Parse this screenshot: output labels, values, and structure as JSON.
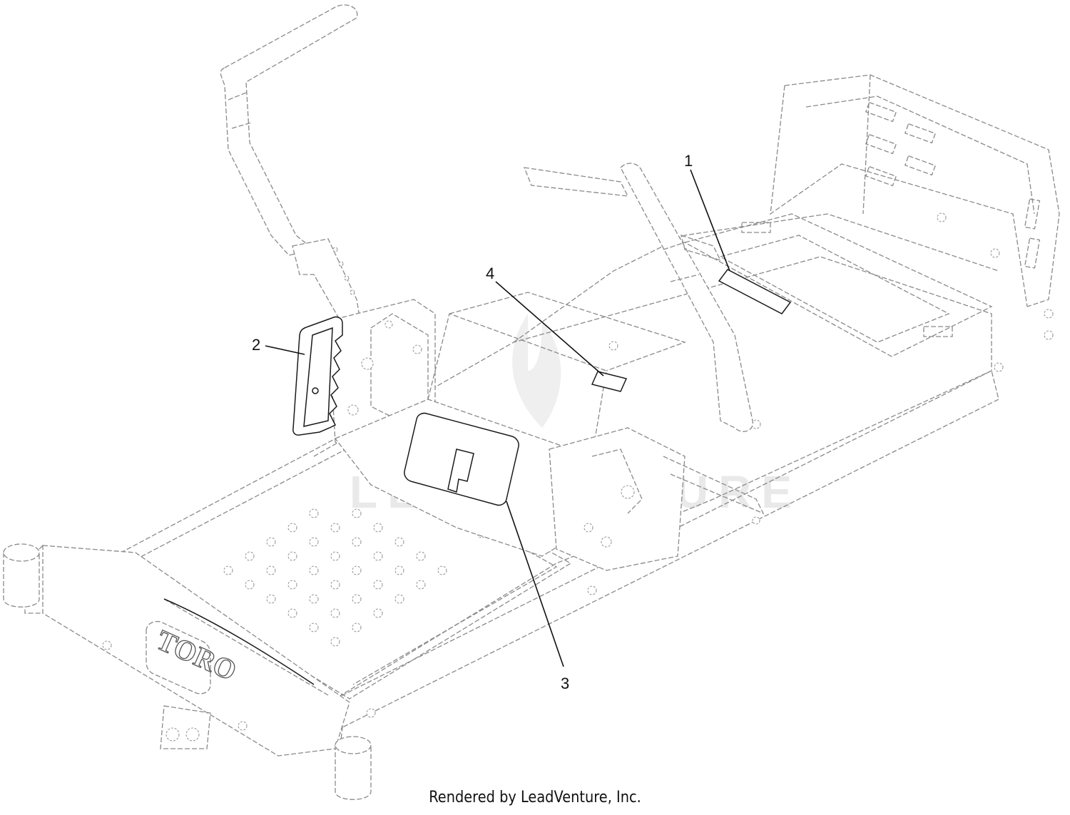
{
  "callouts": [
    {
      "id": "1",
      "label": "1"
    },
    {
      "id": "2",
      "label": "2"
    },
    {
      "id": "3",
      "label": "3"
    },
    {
      "id": "4",
      "label": "4"
    }
  ],
  "watermark": "LEADVENTURE",
  "logo": "TORO",
  "footer": "Rendered by LeadVenture, Inc."
}
